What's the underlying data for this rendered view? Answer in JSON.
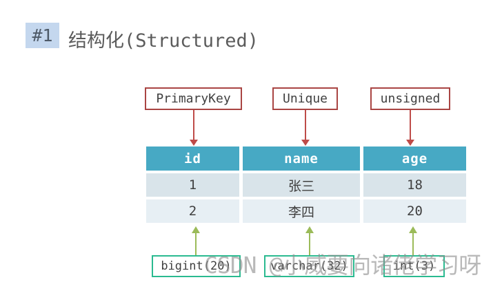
{
  "title": {
    "badge": "#1",
    "text": "结构化(Structured)"
  },
  "annotations_top": [
    {
      "label": "PrimaryKey",
      "target_column": "id"
    },
    {
      "label": "Unique",
      "target_column": "name"
    },
    {
      "label": "unsigned",
      "target_column": "age"
    }
  ],
  "table": {
    "columns": [
      "id",
      "name",
      "age"
    ],
    "rows": [
      [
        "1",
        "张三",
        "18"
      ],
      [
        "2",
        "李四",
        "20"
      ]
    ]
  },
  "annotations_bottom": [
    {
      "label": "bigint(20)",
      "target_column": "id"
    },
    {
      "label": "varchar(32)",
      "target_column": "name"
    },
    {
      "label": "int(3)",
      "target_column": "age"
    }
  ],
  "watermark": "CSDN @小威要向诸佬学习呀",
  "colors": {
    "badge_bg": "#c4d7ee",
    "title_text": "#5b5b5b",
    "red_box_border": "#a94442",
    "red_arrow": "#be4b48",
    "green_box_border": "#2aba90",
    "green_arrow": "#9bbb59",
    "table_header_bg": "#47a9c4",
    "table_header_text": "#ffffff",
    "table_row1_bg": "#d9e4ea",
    "table_row2_bg": "#e7eff4",
    "cell_text": "#3f3f3f",
    "watermark_text": "#8f8f8f"
  }
}
